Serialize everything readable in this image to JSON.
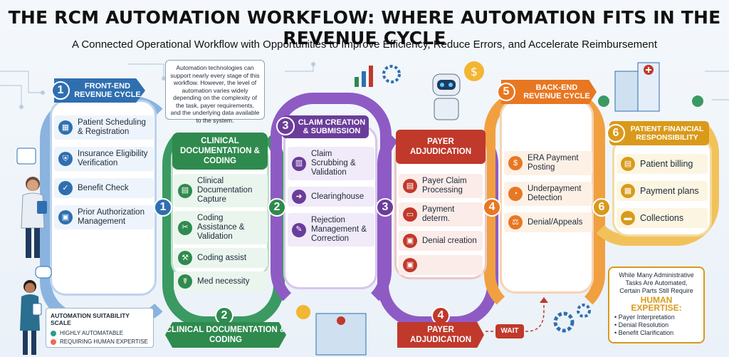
{
  "title": "THE RCM AUTOMATION WORKFLOW: WHERE AUTOMATION FITS IN THE REVENUE CYCLE",
  "subtitle": "A Connected Operational Workflow with Opportunities to Improve Efficiency, Reduce Errors, and Accelerate Reimbursement",
  "note": "Automation technologies can support nearly every stage of this workflow. However, the level of automation varies widely depending on the complexity of the task, payer requirements, and the underlying data available to the system.",
  "colors": {
    "blue": "#2f6fb0",
    "green": "#2f8a4e",
    "purple": "#6a3d9a",
    "red": "#c0392b",
    "orange": "#e87722",
    "gold": "#d99a1b"
  },
  "stages": [
    {
      "num": "1",
      "title": "FRONT-END REVENUE CYCLE",
      "items": [
        "Patient Scheduling & Registration",
        "Insurance Eligibility Verification",
        "Benefit Check",
        "Prior Authorization Management"
      ],
      "icons": [
        "calendar-icon",
        "shield-icon",
        "check-icon",
        "lock-icon"
      ]
    },
    {
      "num": "2",
      "title": "CLINICAL DOCUMENTATION & CODING",
      "items": [
        "Clinical Documentation Capture",
        "Coding Assistance & Validation",
        "Coding assist",
        "Med necessity"
      ],
      "icons": [
        "document-icon",
        "tools-icon",
        "wrench-icon",
        "stethoscope-icon"
      ]
    },
    {
      "num": "3",
      "title": "CLAIM CREATION & SUBMISSION",
      "items": [
        "Claim Scrubbing & Validation",
        "Clearinghouse",
        "Rejection Management & Correction"
      ],
      "icons": [
        "clipboard-icon",
        "arrow-icon",
        "correction-icon"
      ]
    },
    {
      "num": "4",
      "title": "PAYER ADJUDICATION",
      "items": [
        "Payer Claim Processing",
        "Payment determ.",
        "Denial creation",
        ""
      ],
      "icons": [
        "document-icon",
        "card-icon",
        "screen-icon",
        "screen-icon"
      ]
    },
    {
      "num": "5",
      "title": "BACK-END REVENUE CYCLE",
      "items": [
        "ERA Payment Posting",
        "Underpayment Detection",
        "Denial/Appeals"
      ],
      "icons": [
        "dollar-icon",
        "gauge-icon",
        "appeal-icon"
      ]
    },
    {
      "num": "6",
      "title": "PATIENT FINANCIAL RESPONSIBILITY",
      "items": [
        "Patient billing",
        "Payment plans",
        "Collections"
      ],
      "icons": [
        "bill-icon",
        "plan-icon",
        "briefcase-icon"
      ]
    }
  ],
  "loop_numbers": [
    "1",
    "2",
    "3",
    "4",
    "6"
  ],
  "bottom_labels": {
    "clinical": "CLINICAL DOCUMENTATION & CODING",
    "clinical_num": "2",
    "payer": "PAYER ADJUDICATION",
    "payer_num": "4",
    "wait": "WAIT"
  },
  "legend": {
    "title": "AUTOMATION SUITABILITY SCALE",
    "items": [
      {
        "label": "HIGHLY AUTOMATABLE",
        "color": "#2a9d8f"
      },
      {
        "label": "REQUIRING HUMAN EXPERTISE",
        "color": "#e76f51"
      }
    ]
  },
  "expertise": {
    "heading": "While Many Administrative Tasks Are Automated, Certain Parts Still Require",
    "emph": "HUMAN EXPERTISE:",
    "items": [
      "• Payer Interpretation",
      "• Denial Resolution",
      "• Benefit Clarification"
    ]
  }
}
